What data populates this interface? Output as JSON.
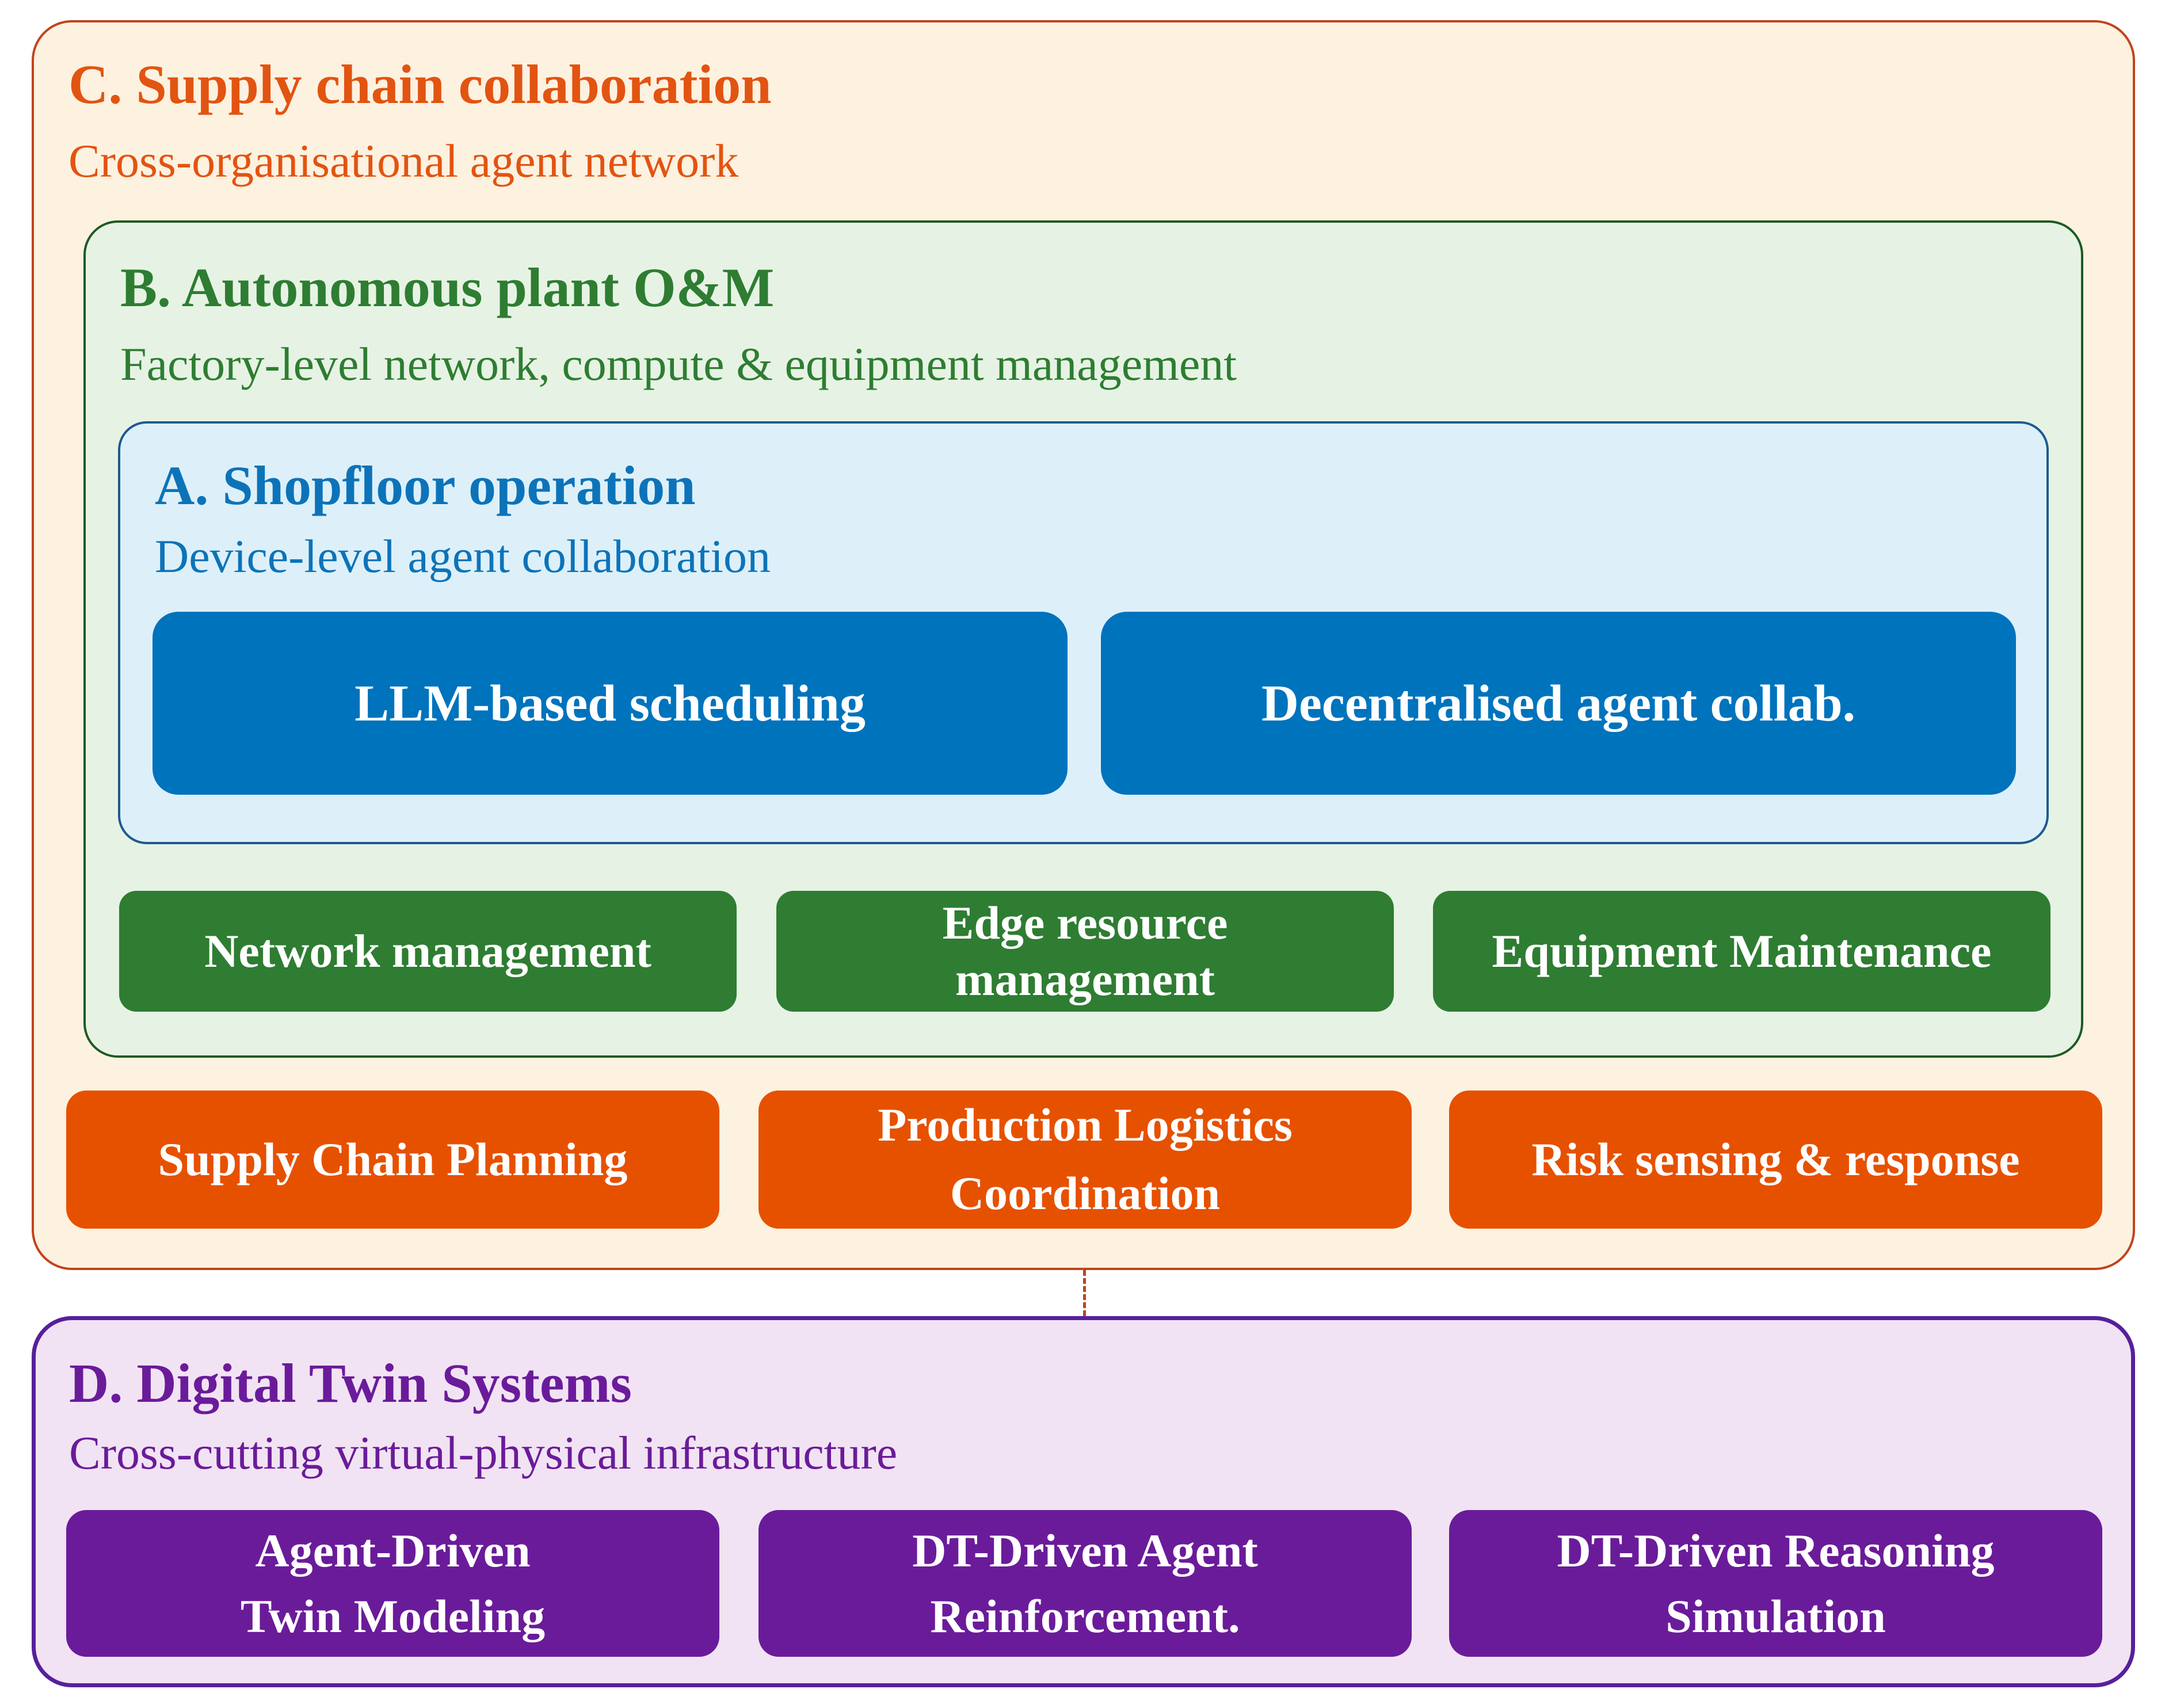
{
  "colors": {
    "supply_chain": "#e65100",
    "plant_om": "#2e7d32",
    "shopfloor": "#0073bd",
    "digital_twin": "#6a1b9a"
  },
  "panels": {
    "supply_chain": {
      "title": "C. Supply chain collaboration",
      "subtitle": "Cross-organisational agent network",
      "boxes": [
        {
          "lines": [
            "Supply Chain Planning"
          ]
        },
        {
          "lines": [
            "Production Logistics",
            "Coordination"
          ]
        },
        {
          "lines": [
            "Risk sensing & response"
          ]
        }
      ]
    },
    "plant_om": {
      "title": "B. Autonomous plant O&M",
      "subtitle": "Factory-level network, compute & equipment management",
      "boxes": [
        {
          "lines": [
            "Network management"
          ]
        },
        {
          "lines": [
            "Edge resource",
            "management"
          ]
        },
        {
          "lines": [
            "Equipment Maintenance"
          ]
        }
      ]
    },
    "shopfloor": {
      "title": "A. Shopfloor operation",
      "subtitle": "Device-level agent collaboration",
      "boxes": [
        {
          "lines": [
            "LLM-based scheduling"
          ]
        },
        {
          "lines": [
            "Decentralised agent collab."
          ]
        }
      ]
    },
    "digital_twin": {
      "title": "D. Digital Twin Systems",
      "subtitle": "Cross-cutting virtual-physical infrastructure",
      "boxes": [
        {
          "lines": [
            "Agent-Driven",
            "Twin Modeling"
          ]
        },
        {
          "lines": [
            "DT-Driven Agent",
            "Reinforcement."
          ]
        },
        {
          "lines": [
            "DT-Driven Reasoning",
            "Simulation"
          ]
        }
      ]
    }
  }
}
